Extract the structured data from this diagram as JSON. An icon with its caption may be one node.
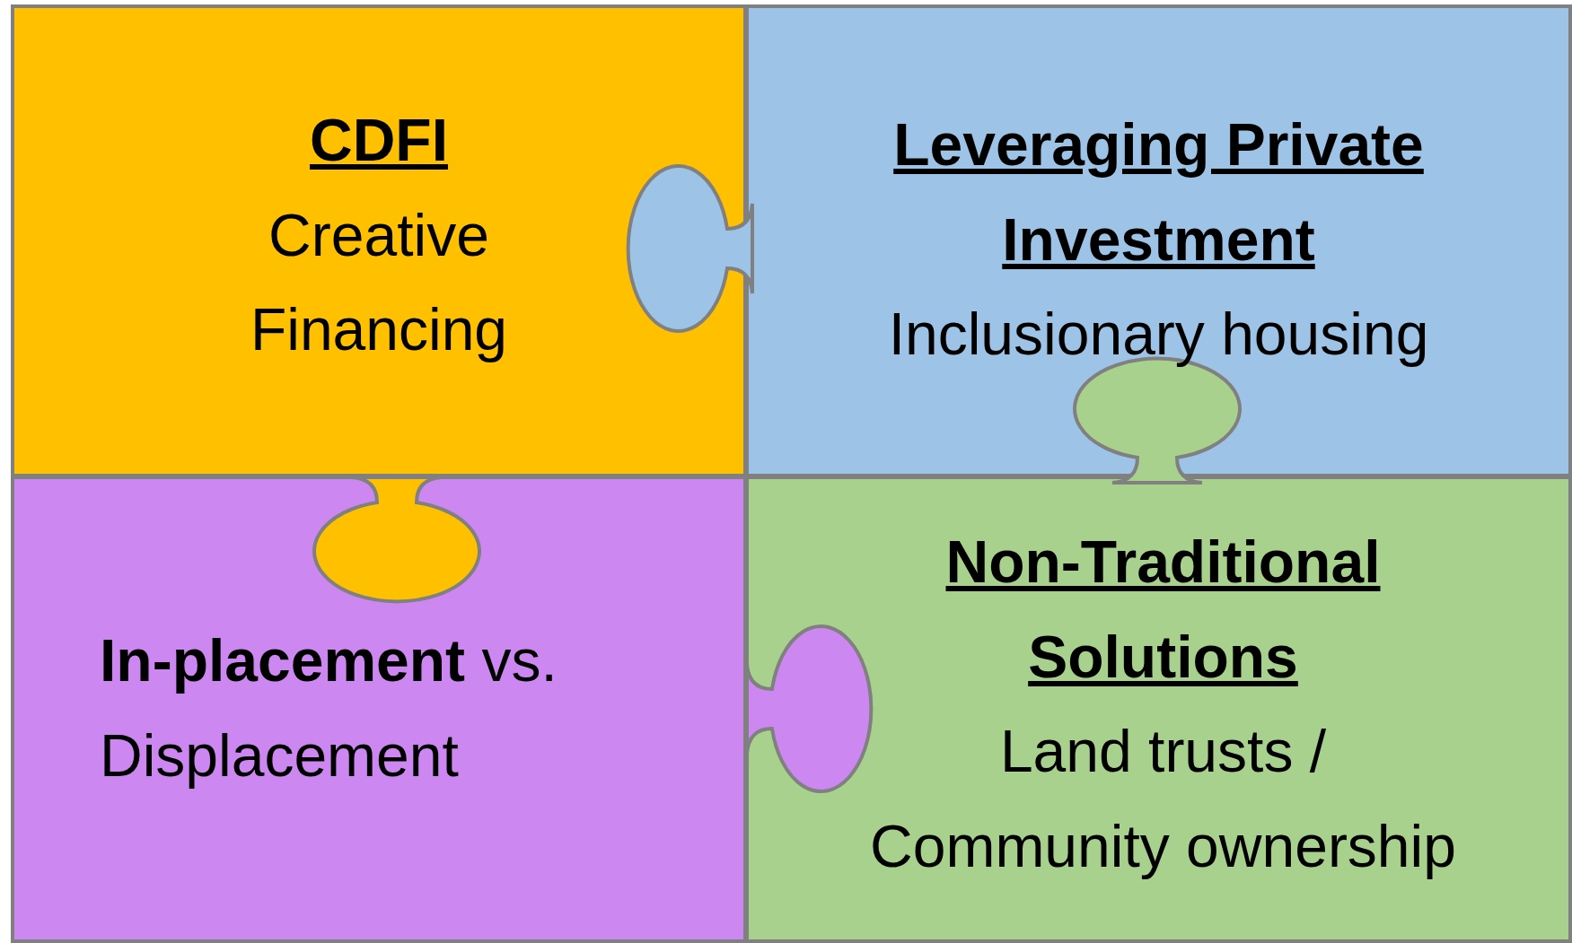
{
  "diagram": {
    "nodes": [
      {
        "text": [
          "CDFI",
          "Creative Financing"
        ]
      },
      {
        "text": [
          "Leveraging Private Investment",
          "Inclusionary housing"
        ]
      },
      {
        "text": [
          "**In-placement** vs. Displacement"
        ]
      },
      {
        "text": [
          "Non-Traditional Solutions",
          "Land trusts / Community ownership"
        ]
      }
    ]
  }
}
